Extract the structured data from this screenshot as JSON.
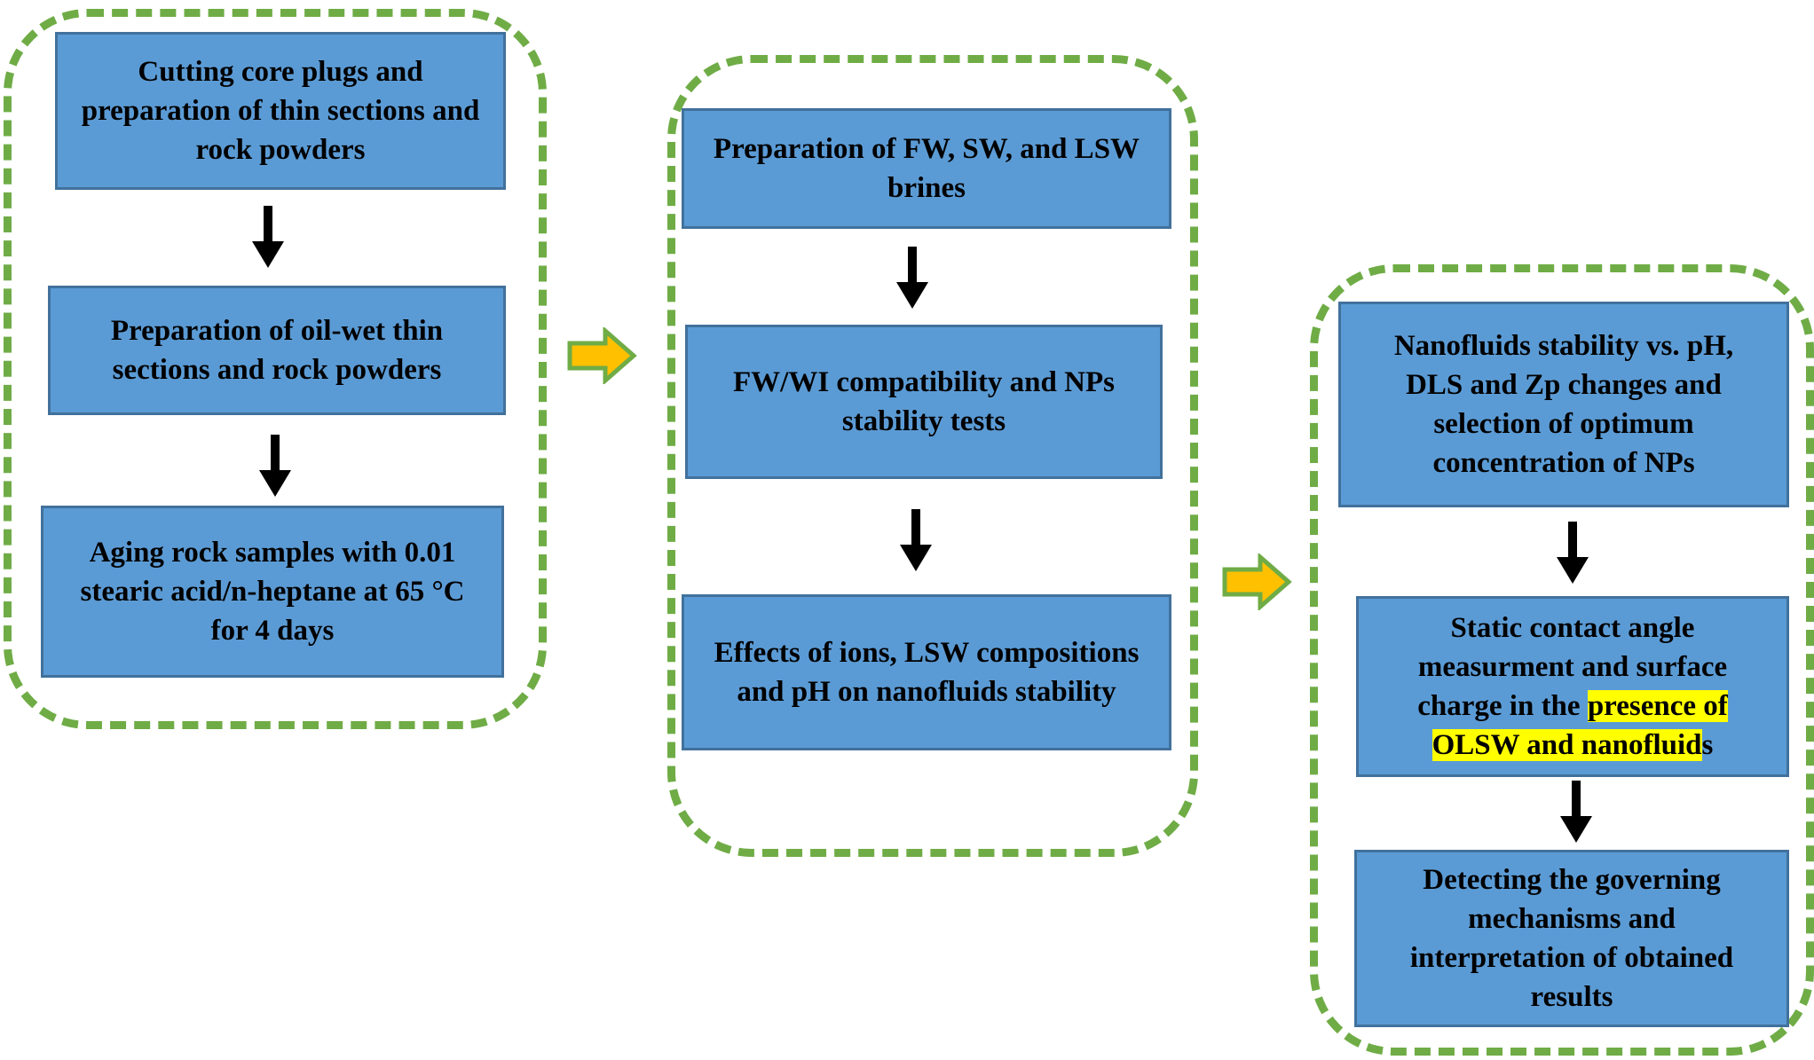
{
  "steps": {
    "cutting_core": "Cutting core plugs and preparation of thin sections and rock powders",
    "oil_wet_prep": "Preparation of oil-wet thin sections and rock powders",
    "aging": "Aging rock samples with 0.01 stearic acid/n-heptane at 65 °C for 4 days",
    "brines": "Preparation of FW, SW, and LSW brines",
    "compatibility": "FW/WI compatibility and NPs stability tests",
    "ion_effects": "Effects of ions, LSW compositions and pH on nanofluids stability",
    "nanofluid_stability": "Nanofluids stability vs. pH, DLS and Zp changes and selection of optimum concentration of NPs",
    "contact_angle_lead": "Static contact angle measurment and surface charge in the ",
    "contact_angle_highlight": "presence of OLSW and nanofluid",
    "contact_angle_tail": "s",
    "mechanisms": "Detecting the governing mechanisms and interpretation of obtained results"
  },
  "colors": {
    "box_fill": "#5b9bd5",
    "box_border": "#41719c",
    "group_border": "#6fac46",
    "connector_fill": "#ffc000",
    "arrow": "#000000",
    "highlight": "#ffff00"
  }
}
